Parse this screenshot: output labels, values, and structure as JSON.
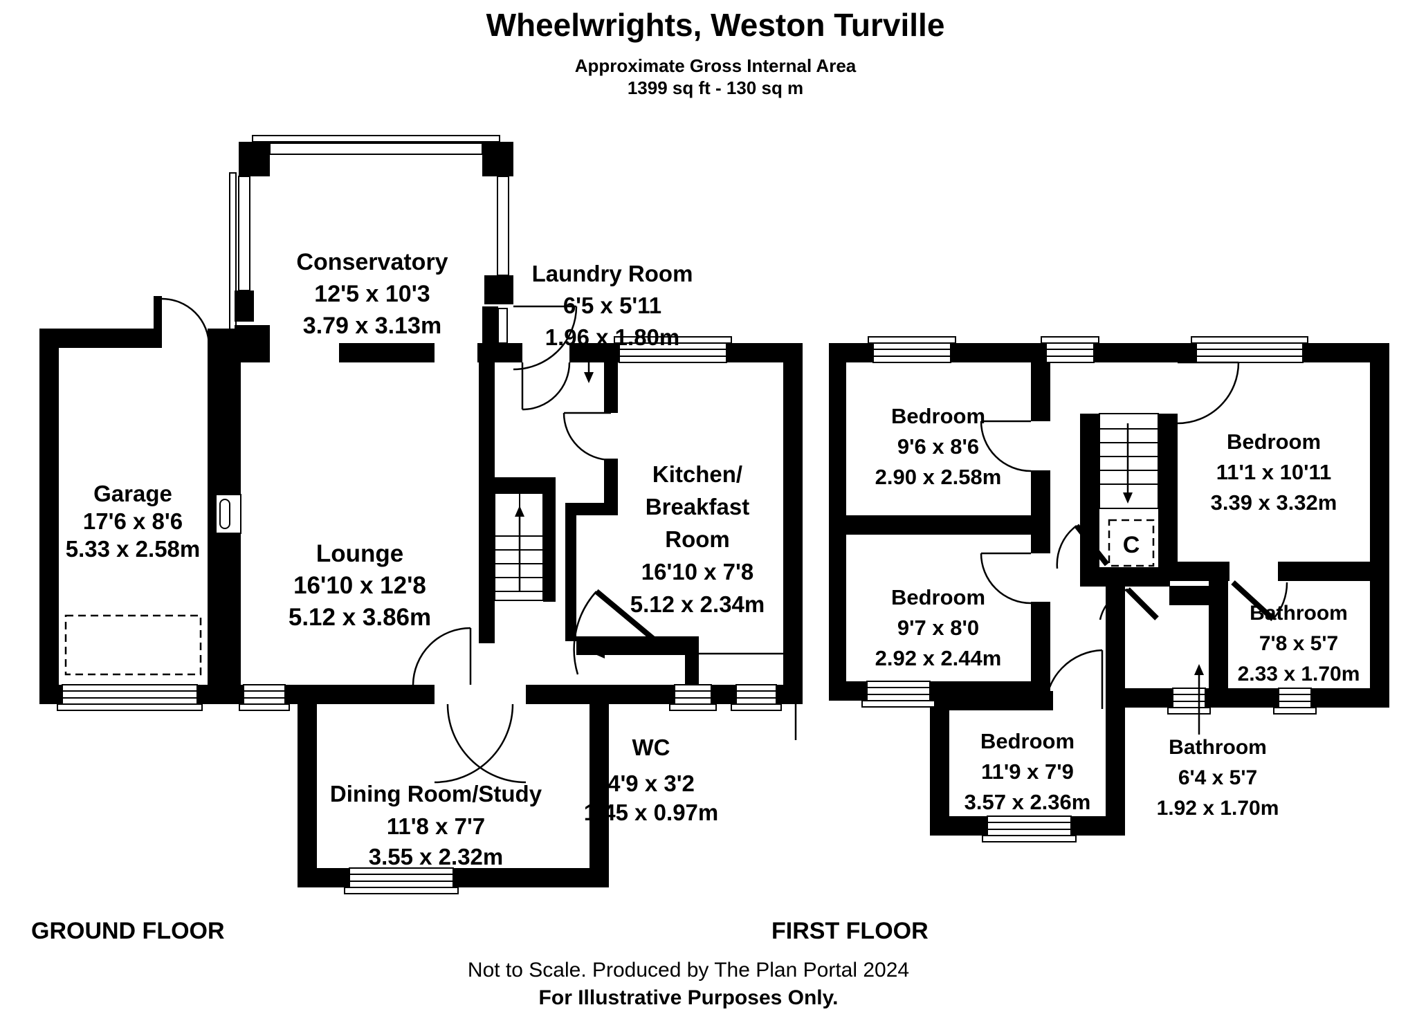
{
  "header": {
    "title": "Wheelwrights, Weston Turville",
    "subtitle": "Approximate Gross Internal Area",
    "area": "1399 sq ft - 130 sq m"
  },
  "floors": {
    "ground": {
      "label": "GROUND FLOOR",
      "rooms": {
        "conservatory": {
          "name": "Conservatory",
          "imperial": "12'5 x 10'3",
          "metric": "3.79 x 3.13m"
        },
        "laundry": {
          "name": "Laundry Room",
          "imperial": "6'5 x 5'11",
          "metric": "1.96 x 1.80m"
        },
        "garage": {
          "name": "Garage",
          "imperial": "17'6 x 8'6",
          "metric": "5.33 x 2.58m"
        },
        "lounge": {
          "name": "Lounge",
          "imperial": "16'10 x 12'8",
          "metric": "5.12 x 3.86m"
        },
        "kitchen": {
          "name": "Kitchen/",
          "name2": "Breakfast",
          "name3": "Room",
          "imperial": "16'10 x 7'8",
          "metric": "5.12 x 2.34m"
        },
        "wc": {
          "name": "WC",
          "imperial": "4'9 x 3'2",
          "metric": "1.45 x 0.97m"
        },
        "dining": {
          "name": "Dining Room/Study",
          "imperial": "11'8 x 7'7",
          "metric": "3.55 x 2.32m"
        }
      }
    },
    "first": {
      "label": "FIRST FLOOR",
      "rooms": {
        "bedroom1": {
          "name": "Bedroom",
          "imperial": "9'6 x 8'6",
          "metric": "2.90 x 2.58m"
        },
        "bedroom2": {
          "name": "Bedroom",
          "imperial": "9'7 x 8'0",
          "metric": "2.92 x 2.44m"
        },
        "bedroom3": {
          "name": "Bedroom",
          "imperial": "11'1 x 10'11",
          "metric": "3.39 x 3.32m"
        },
        "bedroom4": {
          "name": "Bedroom",
          "imperial": "11'9 x 7'9",
          "metric": "3.57 x 2.36m"
        },
        "bathroom1": {
          "name": "Bathroom",
          "imperial": "7'8 x 5'7",
          "metric": "2.33 x 1.70m"
        },
        "bathroom2": {
          "name": "Bathroom",
          "imperial": "6'4 x 5'7",
          "metric": "1.92 x 1.70m"
        },
        "cupboard": {
          "name": "C"
        }
      }
    }
  },
  "footer": {
    "line1": "Not to Scale. Produced by The Plan Portal 2024",
    "line2": "For Illustrative Purposes Only."
  },
  "colors": {
    "walls": "#000000",
    "background": "#ffffff"
  }
}
